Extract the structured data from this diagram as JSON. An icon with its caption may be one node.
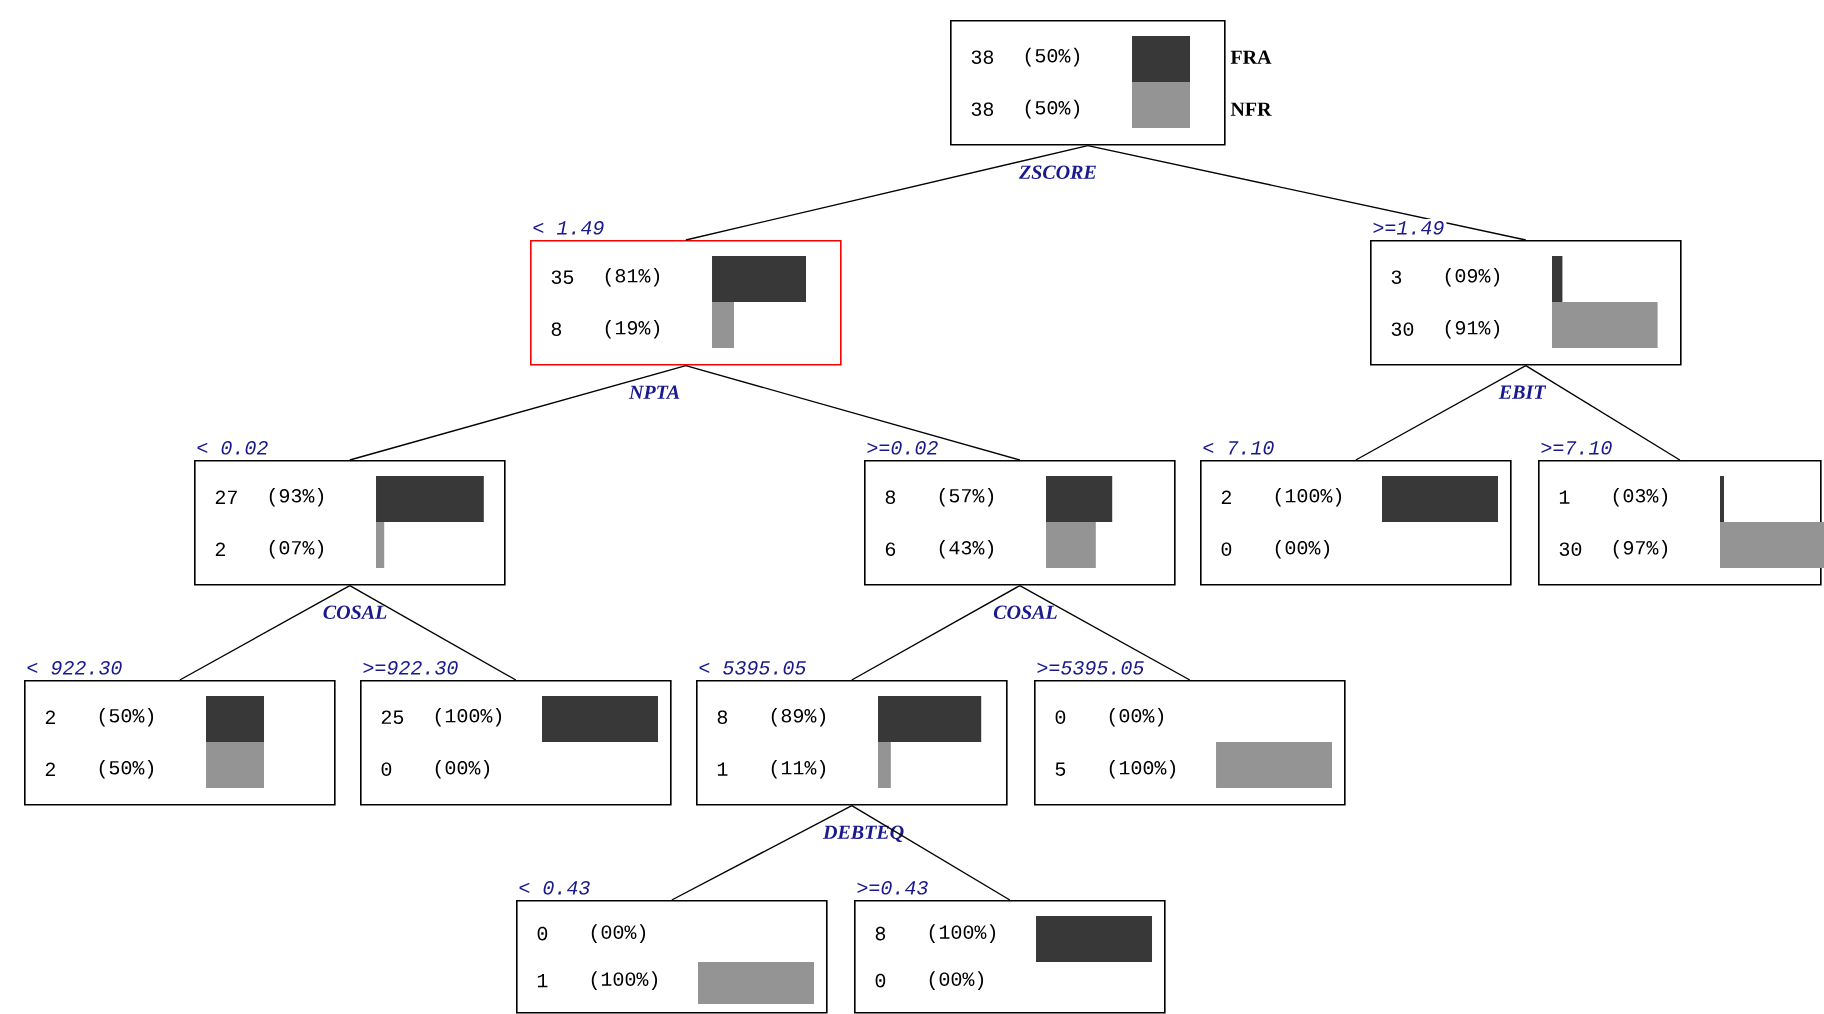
{
  "diagram": {
    "nodes": [
      {
        "text": [
          "38",
          "(50%)",
          "38",
          "(50%)"
        ],
        "beside": [
          "FRA",
          "NFR",
          "ZSCORE"
        ]
      },
      {
        "text": [
          "35",
          "(81%)",
          "8",
          "(19%)"
        ],
        "beside": [
          "NPTA"
        ]
      },
      {
        "text": [
          "3",
          "(09%)",
          "30",
          "(91%)"
        ],
        "beside": [
          "EBIT"
        ]
      },
      {
        "text": [
          "27",
          "(93%)",
          "2",
          "(07%)"
        ],
        "beside": [
          "COSAL"
        ]
      },
      {
        "text": [
          "8",
          "(57%)",
          "6",
          "(43%)"
        ],
        "beside": [
          "COSAL"
        ]
      },
      {
        "text": [
          "2",
          "(100%)",
          "0",
          "(00%)"
        ]
      },
      {
        "text": [
          "1",
          "(03%)",
          "30",
          "(97%)"
        ]
      },
      {
        "text": [
          "2",
          "(50%)",
          "2",
          "(50%)"
        ]
      },
      {
        "text": [
          "25",
          "(100%)",
          "0",
          "(00%)"
        ]
      },
      {
        "text": [
          "8",
          "(89%)",
          "1",
          "(11%)"
        ],
        "beside": [
          "DEBTEQ"
        ]
      },
      {
        "text": [
          "0",
          "(00%)",
          "5",
          "(100%)"
        ]
      },
      {
        "text": [
          "0",
          "(00%)",
          "1",
          "(100%)"
        ]
      },
      {
        "text": [
          "8",
          "(100%)",
          "0",
          "(00%)"
        ]
      }
    ],
    "edges": [
      {
        "from": 0,
        "to": 1,
        "arrow": "none",
        "label": "< 1.49"
      },
      {
        "from": 0,
        "to": 2,
        "arrow": "none",
        "label": ">=1.49"
      },
      {
        "from": 1,
        "to": 3,
        "arrow": "none",
        "label": "< 0.02"
      },
      {
        "from": 1,
        "to": 4,
        "arrow": "none",
        "label": ">=0.02"
      },
      {
        "from": 2,
        "to": 5,
        "arrow": "none",
        "label": "< 7.10"
      },
      {
        "from": 2,
        "to": 6,
        "arrow": "none",
        "label": ">=7.10"
      },
      {
        "from": 3,
        "to": 7,
        "arrow": "none",
        "label": "< 922.30"
      },
      {
        "from": 3,
        "to": 8,
        "arrow": "none",
        "label": ">=922.30"
      },
      {
        "from": 4,
        "to": 9,
        "arrow": "none",
        "label": "< 5395.05"
      },
      {
        "from": 4,
        "to": 10,
        "arrow": "none",
        "label": ">=5395.05"
      },
      {
        "from": 9,
        "to": 11,
        "arrow": "none",
        "label": "< 0.43"
      },
      {
        "from": 9,
        "to": 12,
        "arrow": "none",
        "label": ">=0.43"
      }
    ]
  }
}
